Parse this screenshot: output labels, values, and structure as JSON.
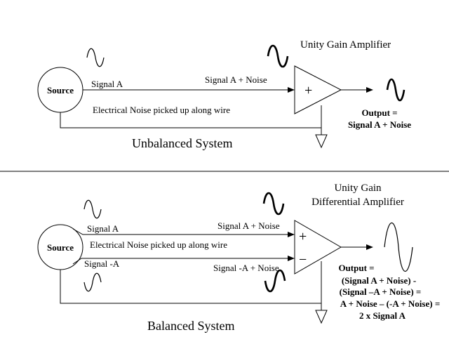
{
  "unbalanced": {
    "amp_title": "Unity Gain Amplifier",
    "source": "Source",
    "signal_label": "Signal A",
    "signal_noise_label": "Signal A + Noise",
    "noise_label": "Electrical Noise picked up along wire",
    "plus": "+",
    "output_lines": [
      "Output =",
      "Signal A + Noise"
    ],
    "system_label": "Unbalanced System"
  },
  "balanced": {
    "amp_title_lines": [
      "Unity Gain",
      "Differential Amplifier"
    ],
    "source": "Source",
    "signal_a_label": "Signal A",
    "signal_neg_a_label": "Signal -A",
    "signal_a_noise_label": "Signal A + Noise",
    "signal_neg_a_noise_label": "Signal -A + Noise",
    "noise_label": "Electrical Noise picked up along wire",
    "plus": "+",
    "minus": "−",
    "output_lines": [
      "Output =",
      "(Signal A + Noise) -",
      "(Signal –A + Noise) =",
      "A + Noise – (-A + Noise) =",
      "2 x Signal A"
    ],
    "system_label": "Balanced System"
  },
  "icons": [
    "sine-wave-icon",
    "inverted-sine-wave-icon",
    "noisy-sine-wave-icon",
    "ground-symbol-icon",
    "amplifier-triangle-icon",
    "arrow-icon"
  ]
}
